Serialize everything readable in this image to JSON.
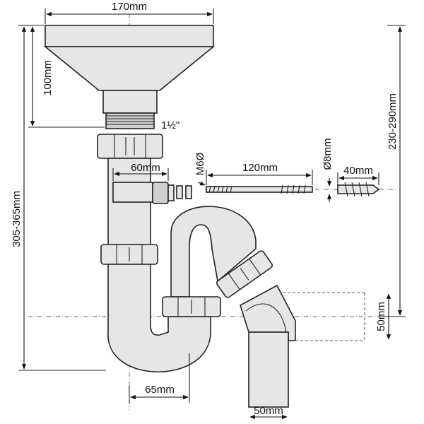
{
  "dimensions": {
    "funnel_width": "170mm",
    "funnel_height": "100mm",
    "thread_size": "1½\"",
    "bracket_width": "60mm",
    "bolt_thread": "M6Ø",
    "bolt_length": "120mm",
    "plug_diameter": "Ø8mm",
    "plug_length": "40mm",
    "overall_height": "305-365mm",
    "outlet_height": "230-290mm",
    "outlet_diameter": "50mm",
    "trap_offset": "65mm",
    "pipe_diameter": "50mm"
  },
  "colors": {
    "line": "#222222",
    "fill": "#e6e6e6",
    "text": "#111111"
  }
}
